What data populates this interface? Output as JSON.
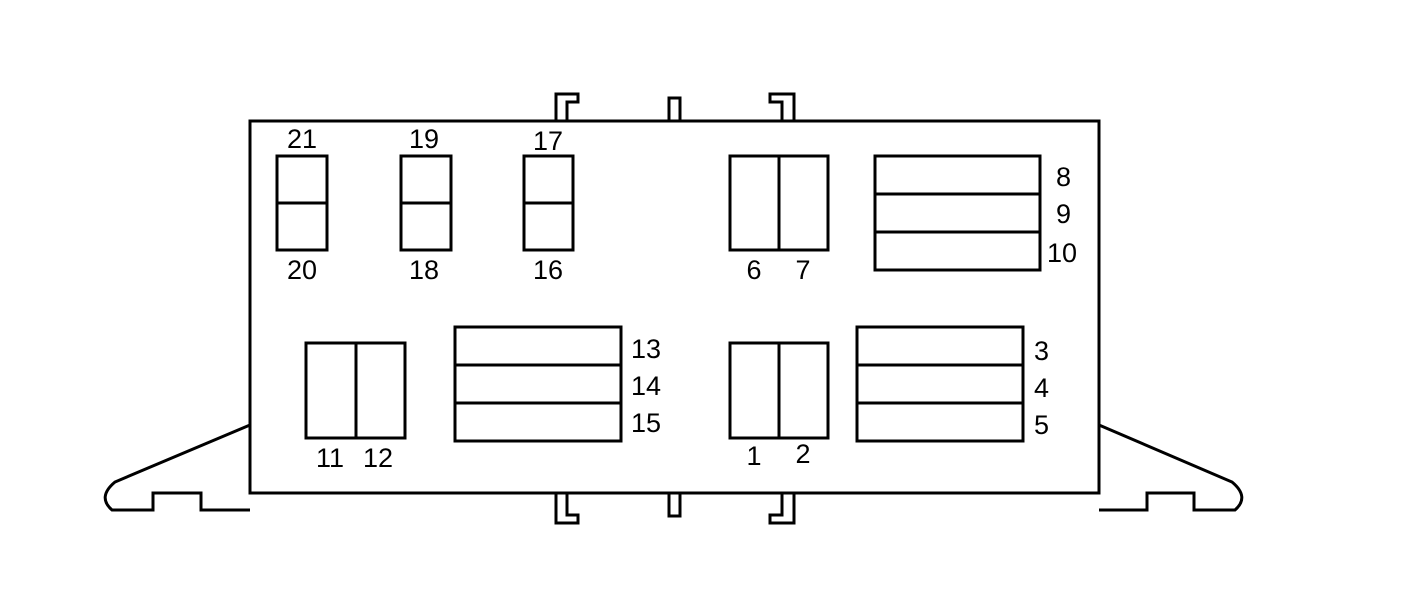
{
  "diagram": {
    "line_color": "#000000",
    "background_color": "#ffffff",
    "cavity_labels": {
      "c1": "1",
      "c2": "2",
      "c3": "3",
      "c4": "4",
      "c5": "5",
      "c6": "6",
      "c7": "7",
      "c8": "8",
      "c9": "9",
      "c10": "10",
      "c11": "11",
      "c12": "12",
      "c13": "13",
      "c14": "14",
      "c15": "15",
      "c16": "16",
      "c17": "17",
      "c18": "18",
      "c19": "19",
      "c20": "20",
      "c21": "21"
    }
  }
}
